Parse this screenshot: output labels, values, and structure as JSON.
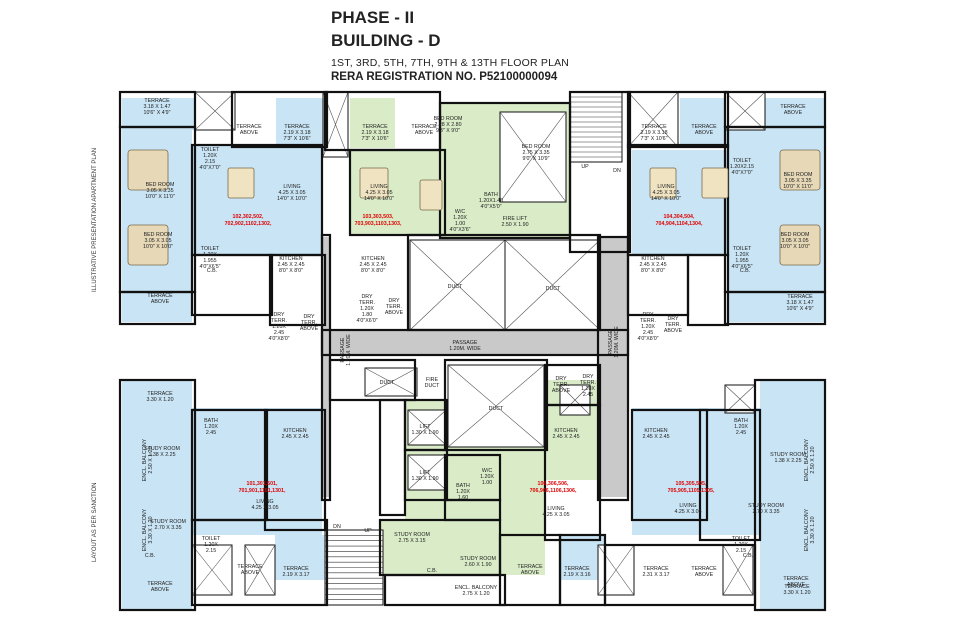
{
  "header": {
    "phase": "PHASE - II",
    "building": "BUILDING - D",
    "floors": "1ST, 3RD, 5TH, 7TH, 9TH & 13TH FLOOR PLAN",
    "rera": "RERA REGISTRATION NO. P52100000094"
  },
  "side_labels": {
    "top": "ILLUSTRATIVE PRESENTATION APARTMENT PLAN",
    "bottom": "LAYOUT AS PER SANCTION"
  },
  "colors": {
    "tinted": "#c9e4f4",
    "green": "#d9ecc7",
    "duct": "#ffffff",
    "passage": "#c9c9c9",
    "wall": "#111111"
  },
  "rooms": [
    {
      "id": "terrace-tl",
      "lines": [
        "TERRACE",
        "3.18 X 1.47",
        "10'6\" X 4'9\""
      ]
    },
    {
      "id": "bed-tl",
      "lines": [
        "BED ROOM",
        "3.05 X 3.35",
        "10'0\" X 11'0\""
      ]
    },
    {
      "id": "bed2-tl",
      "lines": [
        "BED ROOM",
        "3.05 X 3.05",
        "10'0\" X 10'0\""
      ]
    },
    {
      "id": "toilet-tl1",
      "lines": [
        "TOILET",
        "1.20X",
        "2.15",
        "4'0\"X7'0\""
      ]
    },
    {
      "id": "toilet-tl2",
      "lines": [
        "TOILET",
        "1.20X",
        "1.955",
        "4'0\"X6'5\""
      ]
    },
    {
      "id": "terrace-above-tl",
      "lines": [
        "TERRACE",
        "ABOVE"
      ]
    },
    {
      "id": "terrace-a1",
      "lines": [
        "TERRACE",
        "2.19 X 3.18",
        "7'3\" X 10'6\""
      ]
    },
    {
      "id": "terrace-above-a1",
      "lines": [
        "TERRACE",
        "ABOVE"
      ]
    },
    {
      "id": "living-a1",
      "lines": [
        "LIVING",
        "4.25 X 3.05",
        "14'0\" X 10'0\""
      ]
    },
    {
      "id": "kitchen-a1",
      "lines": [
        "KITCHEN",
        "2.45 X 2.45",
        "8'0\" X 8'0\""
      ]
    },
    {
      "id": "dry-a1",
      "lines": [
        "DRY",
        "TERR.",
        "1.20X",
        "2.45",
        "4'0\"X8'0\""
      ]
    },
    {
      "id": "dry-above-a1",
      "lines": [
        "DRY",
        "TERR.",
        "ABOVE"
      ]
    },
    {
      "id": "terrace-a2",
      "lines": [
        "TERRACE",
        "2.19 X 3.18",
        "7'3\" X 10'6\""
      ]
    },
    {
      "id": "terrace-above-a2",
      "lines": [
        "TERRACE",
        "ABOVE"
      ]
    },
    {
      "id": "living-a2",
      "lines": [
        "LIVING",
        "4.25 X 3.05",
        "14'0\" X 10'0\""
      ]
    },
    {
      "id": "kitchen-a2",
      "lines": [
        "KITCHEN",
        "2.45 X 2.45",
        "8'0\" X 8'0\""
      ]
    },
    {
      "id": "dry-a2",
      "lines": [
        "DRY",
        "TERR.",
        "1.20X",
        "1.80",
        "4'0\"X6'0\""
      ]
    },
    {
      "id": "dry-above-a2",
      "lines": [
        "DRY",
        "TERR.",
        "ABOVE"
      ]
    },
    {
      "id": "bed-g1",
      "lines": [
        "BED ROOM",
        "2.28 X 2.80",
        "9'3\" X 9'0\""
      ]
    },
    {
      "id": "bed-g2",
      "lines": [
        "BED ROOM",
        "2.75 X 3.35",
        "9'0\" X 10'9\""
      ]
    },
    {
      "id": "bath-g",
      "lines": [
        "BATH",
        "1.20X1.40",
        "4'0\"X5'0\""
      ]
    },
    {
      "id": "wc-g",
      "lines": [
        "W/C",
        "1.20X",
        "1.00",
        "4'0\"X3'6\""
      ]
    },
    {
      "id": "fire-lift-t",
      "lines": [
        "FIRE LIFT",
        "2.50 X 1.90"
      ]
    },
    {
      "id": "duct-1",
      "lines": [
        "DUCT"
      ]
    },
    {
      "id": "duct-2",
      "lines": [
        "DUCT"
      ]
    },
    {
      "id": "terrace-a3",
      "lines": [
        "TERRACE",
        "2.19 X 3.18",
        "7'3\" X 10'6\""
      ]
    },
    {
      "id": "terrace-above-a3",
      "lines": [
        "TERRACE",
        "ABOVE"
      ]
    },
    {
      "id": "living-a3",
      "lines": [
        "LIVING",
        "4.25 X 3.05",
        "14'0\" X 10'0\""
      ]
    },
    {
      "id": "kitchen-a3",
      "lines": [
        "KITCHEN",
        "2.45 X 2.45",
        "8'0\" X 8'0\""
      ]
    },
    {
      "id": "dry-a3",
      "lines": [
        "DRY",
        "TERR.",
        "1.20X",
        "2.45",
        "4'0\"X8'0\""
      ]
    },
    {
      "id": "dry-above-a3",
      "lines": [
        "DRY",
        "TERR.",
        "ABOVE"
      ]
    },
    {
      "id": "terrace-tr",
      "lines": [
        "TERRACE",
        "ABOVE"
      ]
    },
    {
      "id": "bed-tr",
      "lines": [
        "BED ROOM",
        "3.05 X 3.35",
        "10'0\" X 11'0\""
      ]
    },
    {
      "id": "bed2-tr",
      "lines": [
        "BED ROOM",
        "3.05 X 3.05",
        "10'0\" X 10'0\""
      ]
    },
    {
      "id": "toilet-tr1",
      "lines": [
        "TOILET",
        "1.20X2.15",
        "4'0\"X7'0\""
      ]
    },
    {
      "id": "toilet-tr2",
      "lines": [
        "TOILET",
        "1.20X",
        "1.955",
        "4'0\"X6'5\""
      ]
    },
    {
      "id": "terrace-br-top",
      "lines": [
        "TERRACE",
        "3.18 X 1.47",
        "10'6\" X 4'9\""
      ]
    },
    {
      "id": "passage-h",
      "lines": [
        "PASSAGE",
        "1.20M. WIDE"
      ]
    },
    {
      "id": "passage-vl",
      "lines": [
        "PASSAGE",
        "1.20M. WIDE"
      ]
    },
    {
      "id": "passage-vr",
      "lines": [
        "PASSAGE",
        "1.20M. WIDE"
      ]
    },
    {
      "id": "duct-s1",
      "lines": [
        "DUCT"
      ]
    },
    {
      "id": "fire-duct",
      "lines": [
        "FIRE",
        "DUCT"
      ]
    },
    {
      "id": "duct-3",
      "lines": [
        "DUCT"
      ]
    },
    {
      "id": "dry-above-b",
      "lines": [
        "DRY",
        "TERR.",
        "ABOVE"
      ]
    },
    {
      "id": "dry-b",
      "lines": [
        "DRY",
        "TERR.",
        "1.20X",
        "2.45"
      ]
    },
    {
      "id": "lift-1",
      "lines": [
        "LIFT",
        "1.30 X 1.90"
      ]
    },
    {
      "id": "lift-2",
      "lines": [
        "LIFT",
        "1.30 X 1.90"
      ]
    },
    {
      "id": "terrace-bl",
      "lines": [
        "TERRACE",
        "3.30 X 1.20"
      ]
    },
    {
      "id": "study-bl",
      "lines": [
        "STUDY ROOM",
        "1.38 X 2.25"
      ]
    },
    {
      "id": "study2-bl",
      "lines": [
        "STUDY ROOM",
        "2.70 X 3.35"
      ]
    },
    {
      "id": "bath-bl",
      "lines": [
        "BATH",
        "1.20X",
        "2.45"
      ]
    },
    {
      "id": "toilet-bl",
      "lines": [
        "TOILET",
        "1.20X",
        "2.15"
      ]
    },
    {
      "id": "kitchen-bl",
      "lines": [
        "KITCHEN",
        "2.45 X 2.45"
      ]
    },
    {
      "id": "living-bl",
      "lines": [
        "LIVING",
        "4.25 X 3.05"
      ]
    },
    {
      "id": "balcony-bl1",
      "lines": [
        "ENCL. BALCONY",
        "2.50 X 1.20"
      ]
    },
    {
      "id": "balcony-bl2",
      "lines": [
        "ENCL. BALCONY",
        "3.30 X 1.20"
      ]
    },
    {
      "id": "terrace-above-bl",
      "lines": [
        "TERRACE",
        "ABOVE"
      ]
    },
    {
      "id": "terrace-b1",
      "lines": [
        "TERRACE",
        "ABOVE"
      ]
    },
    {
      "id": "terrace-b2",
      "lines": [
        "TERRACE",
        "2.19 X 3.17"
      ]
    },
    {
      "id": "kitchen-bc",
      "lines": [
        "KITCHEN",
        "2.45 X 2.45"
      ]
    },
    {
      "id": "living-bc",
      "lines": [
        "LIVING",
        "4.25 X 3.05"
      ]
    },
    {
      "id": "bath-bc",
      "lines": [
        "BATH",
        "1.20X",
        "1.60"
      ]
    },
    {
      "id": "wc-bc",
      "lines": [
        "W/C",
        "1.20X",
        "1.00"
      ]
    },
    {
      "id": "study-bc1",
      "lines": [
        "STUDY ROOM",
        "2.75 X 3.15"
      ]
    },
    {
      "id": "study-bc2",
      "lines": [
        "STUDY ROOM",
        "2.60 X 1.90"
      ]
    },
    {
      "id": "balcony-bc",
      "lines": [
        "ENCL. BALCONY",
        "2.75 X 1.20"
      ]
    },
    {
      "id": "terrace-above-bc",
      "lines": [
        "TERRACE",
        "ABOVE"
      ]
    },
    {
      "id": "terrace-b3",
      "lines": [
        "TERRACE",
        "2.19 X 3.16"
      ]
    },
    {
      "id": "terrace-b4",
      "lines": [
        "TERRACE",
        "2.31 X 3.17"
      ]
    },
    {
      "id": "terrace-above-b4",
      "lines": [
        "TERRACE",
        "ABOVE"
      ]
    },
    {
      "id": "kitchen-br",
      "lines": [
        "KITCHEN",
        "2.45 X 2.45"
      ]
    },
    {
      "id": "living-br",
      "lines": [
        "LIVING",
        "4.25 X 3.05"
      ]
    },
    {
      "id": "bath-br",
      "lines": [
        "BATH",
        "1.20X",
        "2.45"
      ]
    },
    {
      "id": "study-br",
      "lines": [
        "STUDY ROOM",
        "1.38 X 2.25"
      ]
    },
    {
      "id": "study2-br",
      "lines": [
        "STUDY ROOM",
        "2.70 X 3.35"
      ]
    },
    {
      "id": "toilet-br",
      "lines": [
        "TOILET",
        "1.20X",
        "2.15"
      ]
    },
    {
      "id": "balcony-br1",
      "lines": [
        "ENCL. BALCONY",
        "2.50 X 1.20"
      ]
    },
    {
      "id": "balcony-br2",
      "lines": [
        "ENCL. BALCONY",
        "3.30 X 1.20"
      ]
    },
    {
      "id": "terrace-br",
      "lines": [
        "TERRACE",
        "3.30 X 1.20"
      ]
    },
    {
      "id": "terrace-above-br",
      "lines": [
        "TERRACE",
        "ABOVE"
      ]
    }
  ],
  "units": [
    {
      "id": "unit-tl",
      "lines": [
        "102,302,502,",
        "702,902,1102,1302,"
      ]
    },
    {
      "id": "unit-tc",
      "lines": [
        "103,303,503,",
        "703,903,1103,1303,"
      ]
    },
    {
      "id": "unit-tr",
      "lines": [
        "104,304,504,",
        "704,904,1104,1304,"
      ]
    },
    {
      "id": "unit-bl",
      "lines": [
        "101,301,501,",
        "701,901,1101,1301,"
      ]
    },
    {
      "id": "unit-bc",
      "lines": [
        "106,306,506,",
        "706,906,1106,1306,"
      ]
    },
    {
      "id": "unit-br",
      "lines": [
        "105,305,505,",
        "705,905,1105,1305,"
      ]
    }
  ],
  "markers": {
    "up": "UP",
    "dn": "DN",
    "cb": "C.B."
  }
}
